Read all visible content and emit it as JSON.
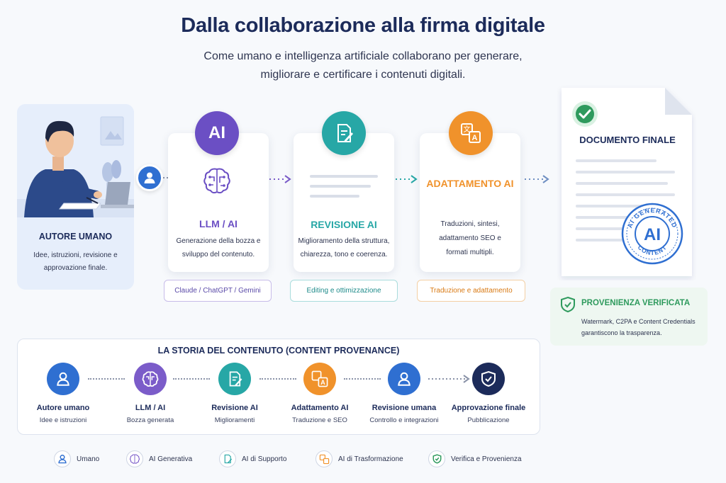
{
  "header": {
    "title": "Dalla collaborazione alla firma digitale",
    "subtitle": "Come umano e intelligenza artificiale collaborano per generare, migliorare e certificare i contenuti digitali."
  },
  "author": {
    "title": "AUTORE UMANO",
    "description": "Idee, istruzioni, revisione e approvazione finale."
  },
  "steps": [
    {
      "icon_text": "AI",
      "title": "LLM / AI",
      "description": "Generazione della bozza e sviluppo del contenuto.",
      "tag": "Claude / ChatGPT / Gemini",
      "color": "#6b4fc4"
    },
    {
      "title": "REVISIONE AI",
      "description": "Miglioramento della struttura, chiarezza, tono e coerenza.",
      "tag": "Editing e ottimizzazione",
      "color": "#27a7a6"
    },
    {
      "title": "ADATTAMENTO AI",
      "description": "Traduzioni, sintesi, adattamento SEO e formati multipli.",
      "tag": "Traduzione e adattamento",
      "color": "#f0922b"
    }
  ],
  "final_document": {
    "title": "DOCUMENTO FINALE",
    "stamp_top": "AI GENERATED",
    "stamp_center": "AI",
    "stamp_bottom": "CONTENT"
  },
  "provenance": {
    "title": "PROVENIENZA VERIFICATA",
    "description": "Watermark, C2PA e Content Credentials garantiscono la trasparenza."
  },
  "timeline": {
    "title": "LA STORIA DEL CONTENUTO (CONTENT PROVENANCE)",
    "items": [
      {
        "label": "Autore umano",
        "sub": "Idee e istruzioni",
        "color": "#2f6fd1",
        "icon": "person-icon"
      },
      {
        "label": "LLM / AI",
        "sub": "Bozza generata",
        "color": "#7b5cc9",
        "icon": "brain-icon"
      },
      {
        "label": "Revisione AI",
        "sub": "Miglioramenti",
        "color": "#27a7a6",
        "icon": "document-edit-icon"
      },
      {
        "label": "Adattamento AI",
        "sub": "Traduzione e SEO",
        "color": "#f0922b",
        "icon": "translate-icon"
      },
      {
        "label": "Revisione umana",
        "sub": "Controllo e integrazioni",
        "color": "#2f6fd1",
        "icon": "person-icon"
      },
      {
        "label": "Approvazione finale",
        "sub": "Pubblicazione",
        "color": "#1c2b5a",
        "icon": "shield-check-icon"
      }
    ]
  },
  "legend": [
    {
      "label": "Umano",
      "icon": "person-icon",
      "color": "#2f6fd1"
    },
    {
      "label": "AI Generativa",
      "icon": "brain-icon",
      "color": "#7b5cc9"
    },
    {
      "label": "AI di Supporto",
      "icon": "document-edit-icon",
      "color": "#27a7a6"
    },
    {
      "label": "AI di Trasformazione",
      "icon": "translate-icon",
      "color": "#f0922b"
    },
    {
      "label": "Verifica e Provenienza",
      "icon": "shield-check-icon",
      "color": "#2e9a5d"
    }
  ]
}
